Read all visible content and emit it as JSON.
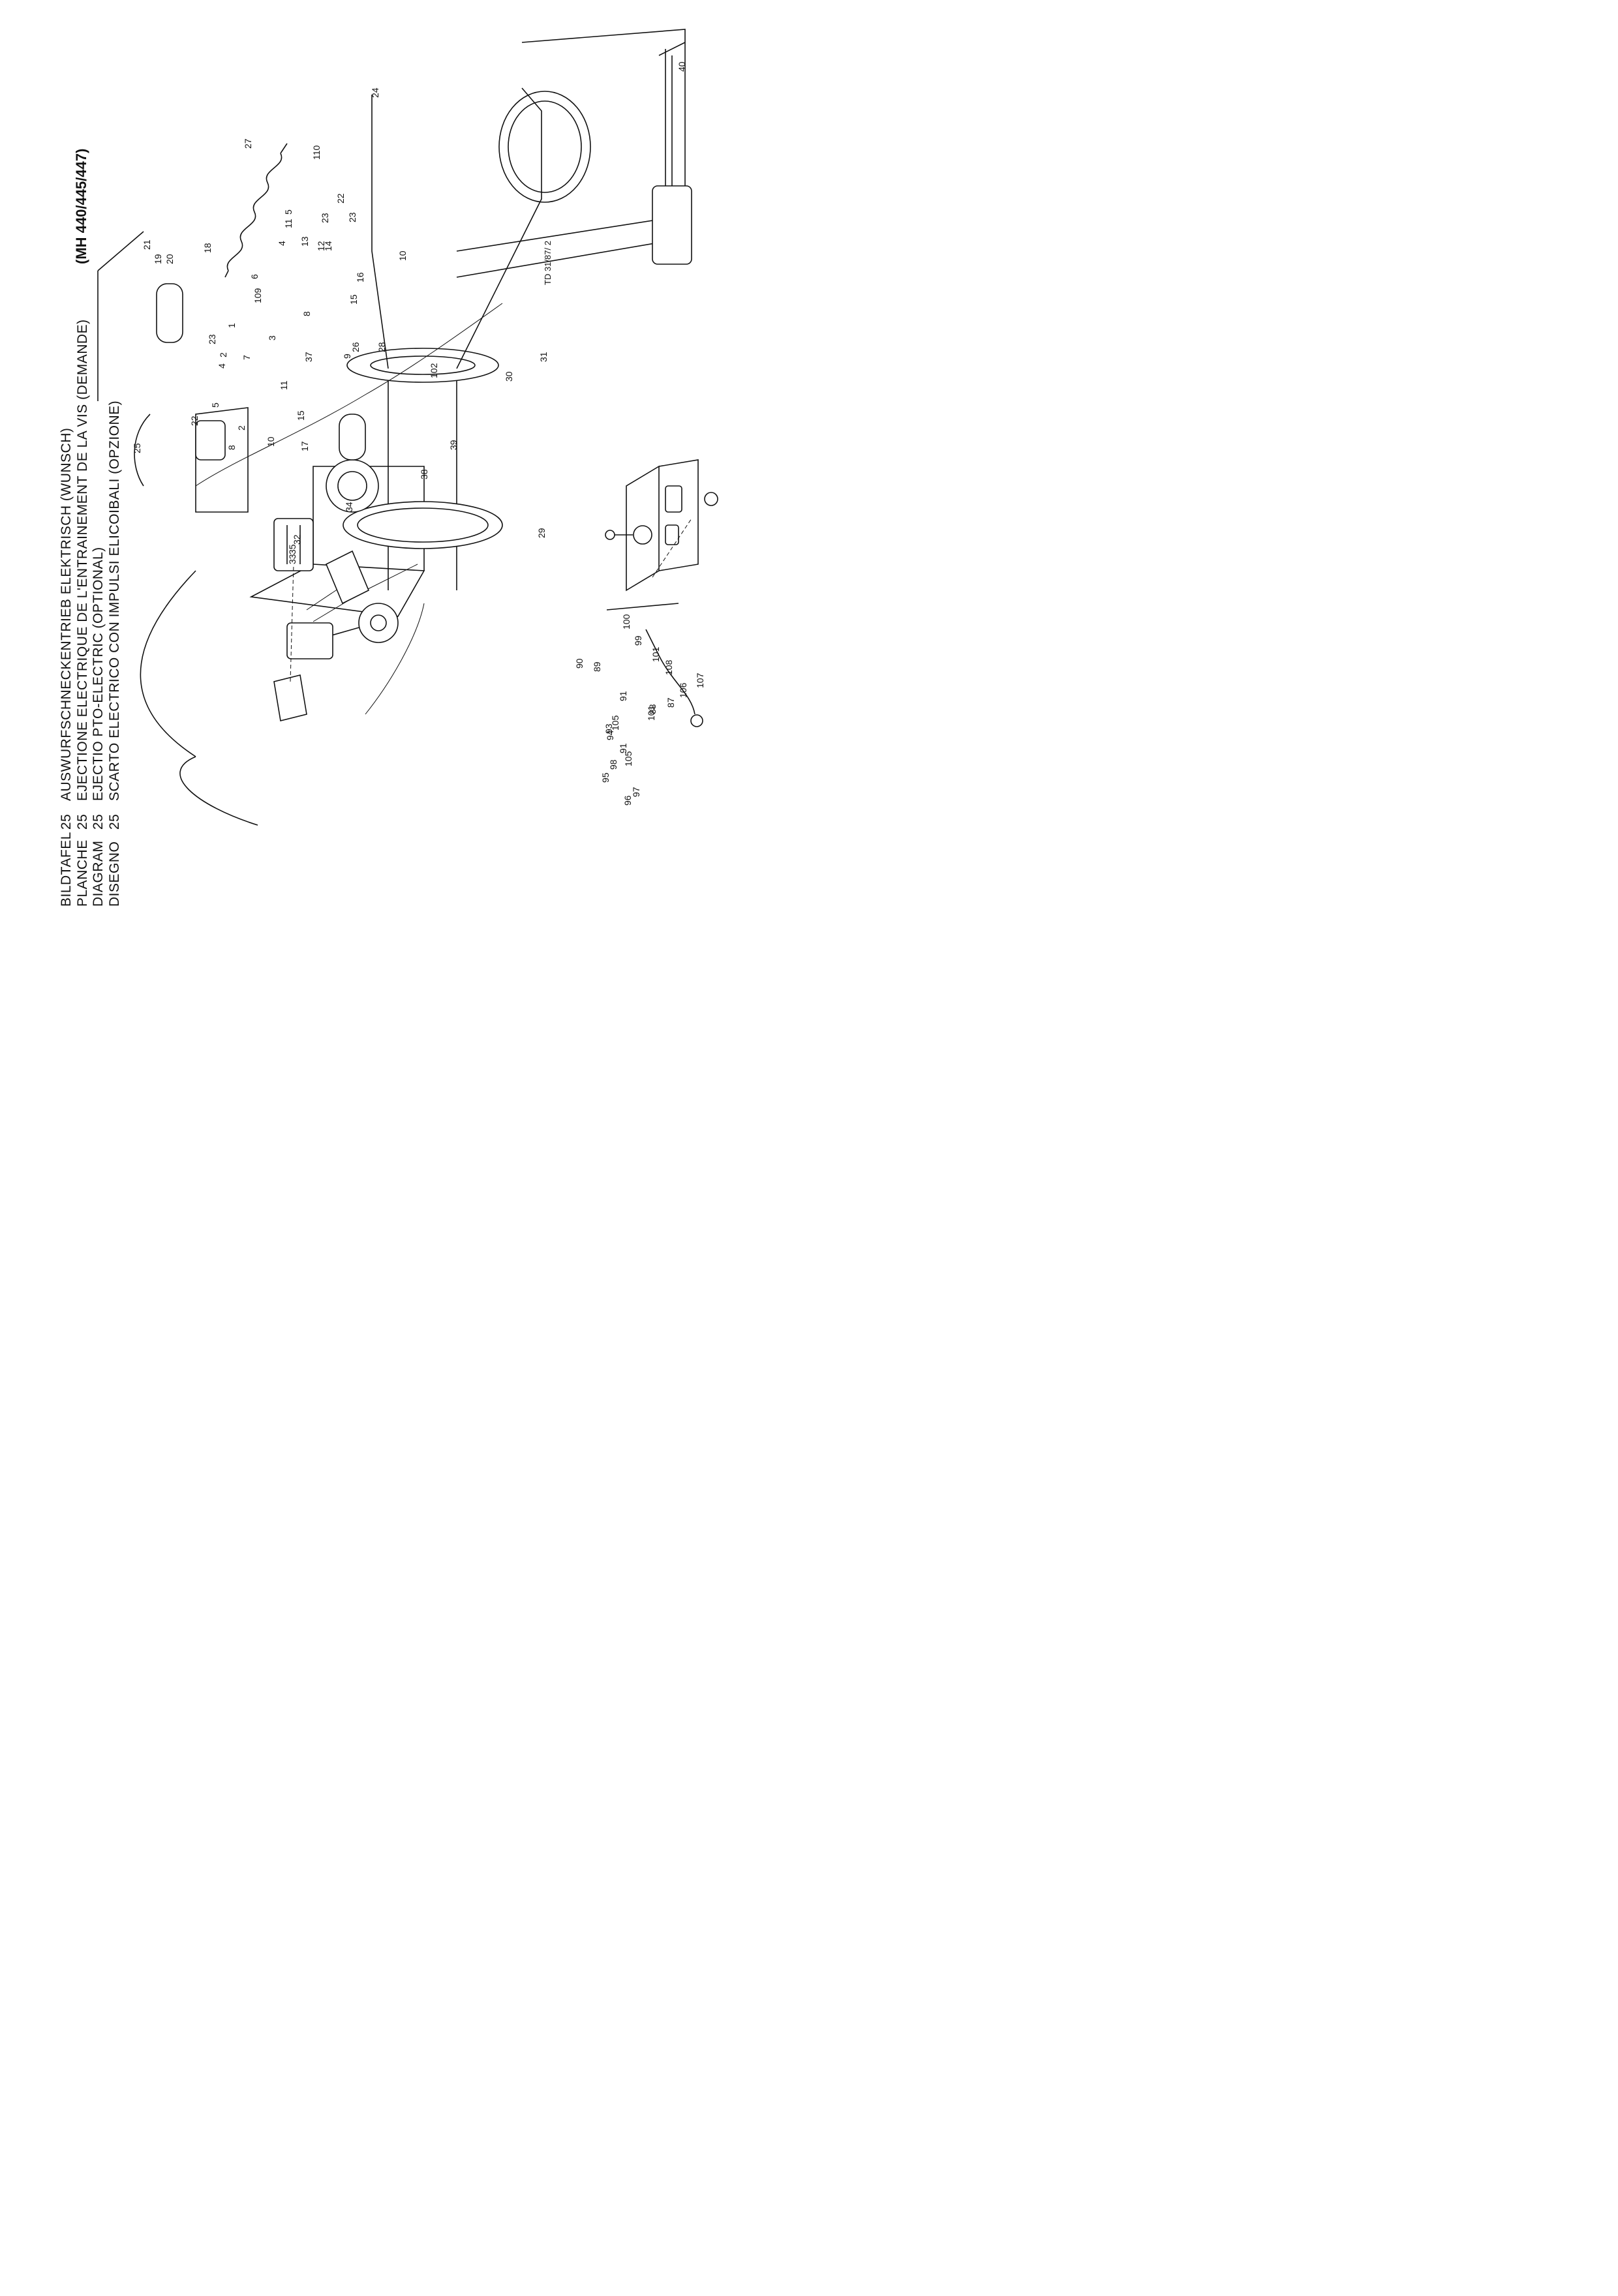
{
  "header": {
    "rows": [
      {
        "key": "BILDTAFEL",
        "num": "25",
        "title": "AUSWURFSCHNECKENTRIEB ELEKTRISCH (WUNSCH)"
      },
      {
        "key": "PLANCHE",
        "num": "25",
        "title": "EJECTIONE ELECTRIQUE DE L'ENTRAINEMENT DE LA VIS (DEMANDE)"
      },
      {
        "key": "DIAGRAM",
        "num": "25",
        "title": "EJECTIO PTO-ELECTRIC (OPTIONAL)"
      },
      {
        "key": "DISEGNO",
        "num": "25",
        "title": "SCARTO ELECTRICO CON IMPULSI ELICOIBALI (OPZIONE)"
      }
    ]
  },
  "model": "(MH 440/445/447)",
  "drawing_number": "TD 31/87/ 2",
  "callouts": [
    "1",
    "2",
    "2",
    "3",
    "4",
    "4",
    "5",
    "5",
    "6",
    "7",
    "8",
    "8",
    "9",
    "10",
    "10",
    "11",
    "11",
    "12",
    "13",
    "14",
    "15",
    "15",
    "16",
    "17",
    "18",
    "19",
    "20",
    "21",
    "22",
    "22",
    "23",
    "23",
    "23",
    "24",
    "25",
    "26",
    "27",
    "28",
    "29",
    "30",
    "31",
    "32",
    "33",
    "34",
    "35",
    "37",
    "38",
    "39",
    "40",
    "87",
    "88",
    "89",
    "90",
    "91",
    "91",
    "93",
    "94",
    "95",
    "96",
    "97",
    "98",
    "99",
    "100",
    "101",
    "101",
    "102",
    "105",
    "105",
    "106",
    "107",
    "108",
    "109",
    "110"
  ]
}
